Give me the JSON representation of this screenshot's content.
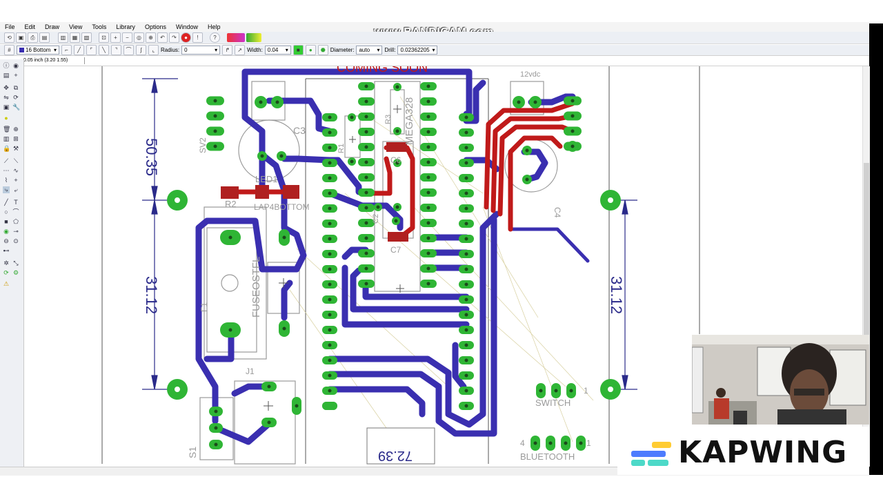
{
  "watermark_top": "www.BANDICAM.com",
  "watermark_bottom": "KAPWING",
  "menu": [
    "File",
    "Edit",
    "Draw",
    "View",
    "Tools",
    "Library",
    "Options",
    "Window",
    "Help"
  ],
  "toolbar2": {
    "layer": "16 Bottom",
    "radius_label": "Radius:",
    "radius_value": "0",
    "width_label": "Width:",
    "width_value": "0.04",
    "diameter_label": "Diameter:",
    "diameter_value": "auto",
    "drill_label": "Drill:",
    "drill_value": "0.02362205"
  },
  "coordinates": "0.05 inch (3.20 1.55)",
  "board": {
    "top_text": "COMING SOON",
    "dim_left_top": "50.35",
    "dim_left_bottom": "31.12",
    "dim_right": "31.12",
    "dim_bottom": "72.39",
    "labels": {
      "c2": "C2",
      "c3": "C3",
      "c4": "C4",
      "c6": "C6",
      "c7": "C7",
      "r1": "R1",
      "r2": "R2",
      "r3": "R3",
      "led1": "LED1",
      "sv2": "SV2",
      "mega": "MEGA328",
      "fuse": "FUSEOSTFL",
      "f1": "F1",
      "j1": "J1",
      "s1": "S1",
      "vdc": "12vdc",
      "switch": "SWITCH",
      "bluetooth": "BLUETOOTH",
      "lap": "LAP4BOTTOM",
      "n1": "1",
      "n4": "4"
    }
  },
  "colors": {
    "bottom_trace": "#3a2fb0",
    "top_trace": "#c01a1a",
    "pad": "#2fb535",
    "silk": "#9a9a9a",
    "dim_line": "#2a2a8a"
  }
}
